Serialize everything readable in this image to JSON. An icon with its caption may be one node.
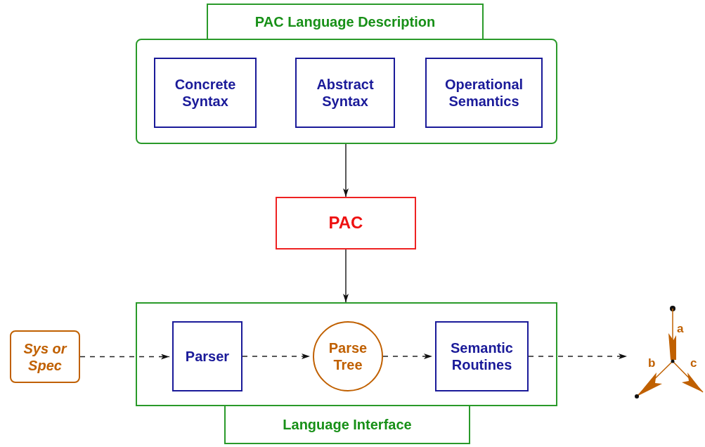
{
  "diagram": {
    "nodes": [
      {
        "text": [
          "PAC Language Description"
        ]
      },
      {
        "text": [
          "Concrete Syntax"
        ],
        "in": 0
      },
      {
        "text": [
          "Abstract Syntax"
        ],
        "in": 0
      },
      {
        "text": [
          "Operational Semantics"
        ],
        "in": 0
      },
      {
        "text": [
          "PAC"
        ]
      },
      {
        "text": [
          "Language Interface"
        ]
      },
      {
        "text": [
          "Parser"
        ],
        "in": 5
      },
      {
        "text": [
          "Parse Tree"
        ],
        "in": 5
      },
      {
        "text": [
          "Semantic Routines"
        ],
        "in": 5
      },
      {
        "text": [
          "Sys or Spec"
        ]
      },
      {
        "text": [],
        "shape": "picture"
      }
    ],
    "edges": [
      {
        "from": 0,
        "to": 4,
        "arrow": "to"
      },
      {
        "from": 4,
        "to": 5,
        "arrow": "to"
      },
      {
        "from": 9,
        "to": 6,
        "arrow": "to",
        "style": "dashed"
      },
      {
        "from": 6,
        "to": 7,
        "arrow": "to",
        "style": "dashed"
      },
      {
        "from": 7,
        "to": 8,
        "arrow": "to",
        "style": "dashed"
      },
      {
        "from": 8,
        "to": 10,
        "arrow": "to",
        "style": "dashed"
      }
    ],
    "labels": [
      "a",
      "b",
      "c"
    ]
  }
}
